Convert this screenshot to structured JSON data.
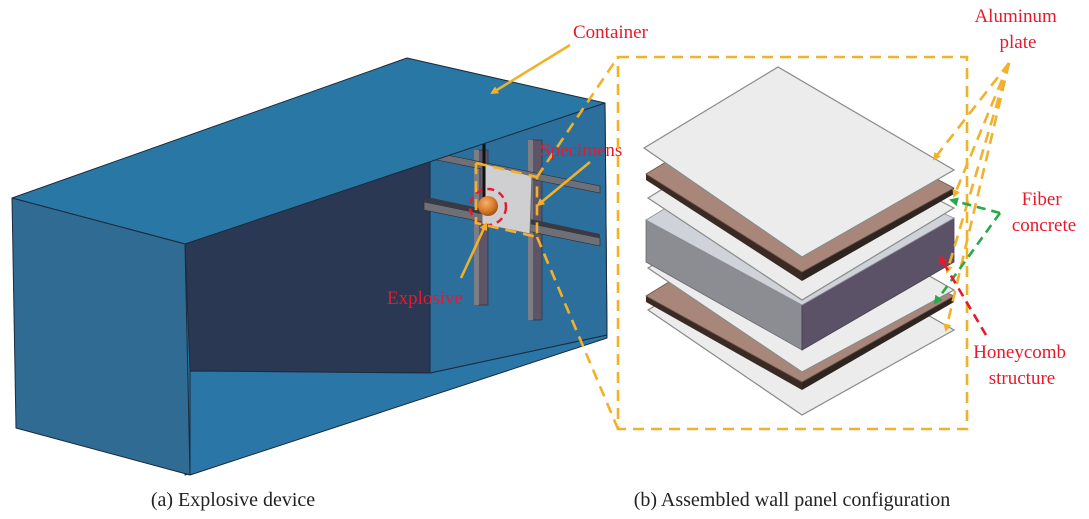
{
  "figure": {
    "panel_a": {
      "caption": "(a) Explosive device",
      "labels": {
        "container": "Container",
        "specimens": "Specimens",
        "explosive": "Explosive"
      }
    },
    "panel_b": {
      "caption": "(b) Assembled wall panel configuration",
      "labels": {
        "aluminum_line1": "Aluminum",
        "aluminum_line2": "plate",
        "fiber_line1": "Fiber",
        "fiber_line2": "concrete",
        "honeycomb_line1": "Honeycomb",
        "honeycomb_line2": "structure"
      },
      "layers_top_to_bottom": [
        "Aluminum plate",
        "Fiber concrete",
        "Aluminum plate",
        "Honeycomb structure",
        "Aluminum plate",
        "Fiber concrete",
        "Aluminum plate"
      ]
    },
    "colors": {
      "container_blue": "#2a76a6",
      "container_front": "#2f6b92",
      "container_inner": "#2b3853",
      "callout_orange": "#f2b12a",
      "label_red": "#e8192c",
      "fiber_green": "#27a84a",
      "aluminum_gray": "#ececec",
      "fiber_brown": "#a8877a",
      "honeycomb_purple": "#5c5268"
    }
  }
}
